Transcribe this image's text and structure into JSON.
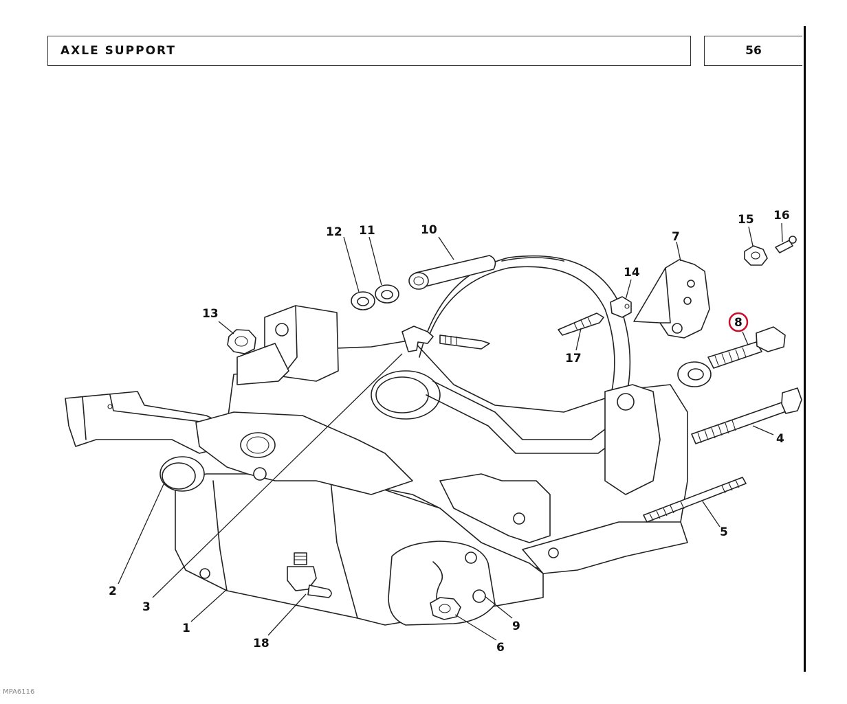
{
  "header": {
    "title": "AXLE SUPPORT",
    "page_number": "56"
  },
  "footer": {
    "drawing_code": "MPA6116"
  },
  "diagram": {
    "highlighted_callout": "8",
    "callouts": {
      "c1": "1",
      "c2": "2",
      "c3": "3",
      "c4": "4",
      "c5": "5",
      "c6": "6",
      "c7": "7",
      "c8": "8",
      "c9": "9",
      "c10": "10",
      "c11": "11",
      "c12": "12",
      "c13": "13",
      "c14": "14",
      "c15": "15",
      "c16": "16",
      "c17": "17",
      "c18": "18"
    },
    "colors": {
      "line": "#222222",
      "highlight": "#c8102e"
    }
  }
}
